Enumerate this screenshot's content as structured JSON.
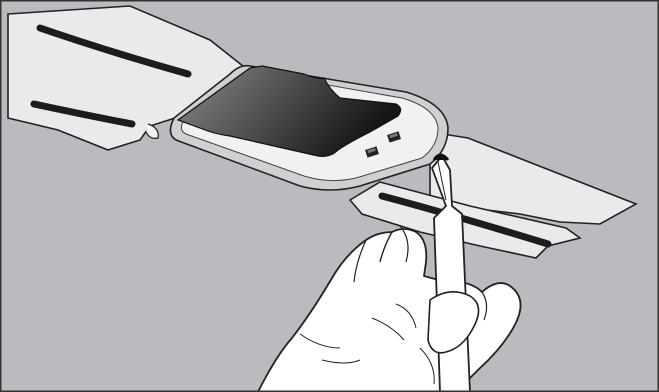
{
  "illustration": {
    "subject": "technical-line-drawing",
    "elements": [
      "background-panel",
      "adhesive-strip",
      "electrode-pad",
      "pad-buttons",
      "pen",
      "hand"
    ]
  },
  "colors": {
    "background": "#b9bbbe",
    "border": "#333333",
    "strip_fill": "#e9eaeb",
    "strip_slot": "#1c1c1c",
    "pad_frame": "#cfd0d2",
    "pad_inner": "#f1f1f1",
    "pad_dark_light": "#8a8a8a",
    "pad_dark_dark": "#161616",
    "hand_fill": "#ffffff",
    "pen_fill": "#ffffff",
    "outline": "#222222"
  }
}
